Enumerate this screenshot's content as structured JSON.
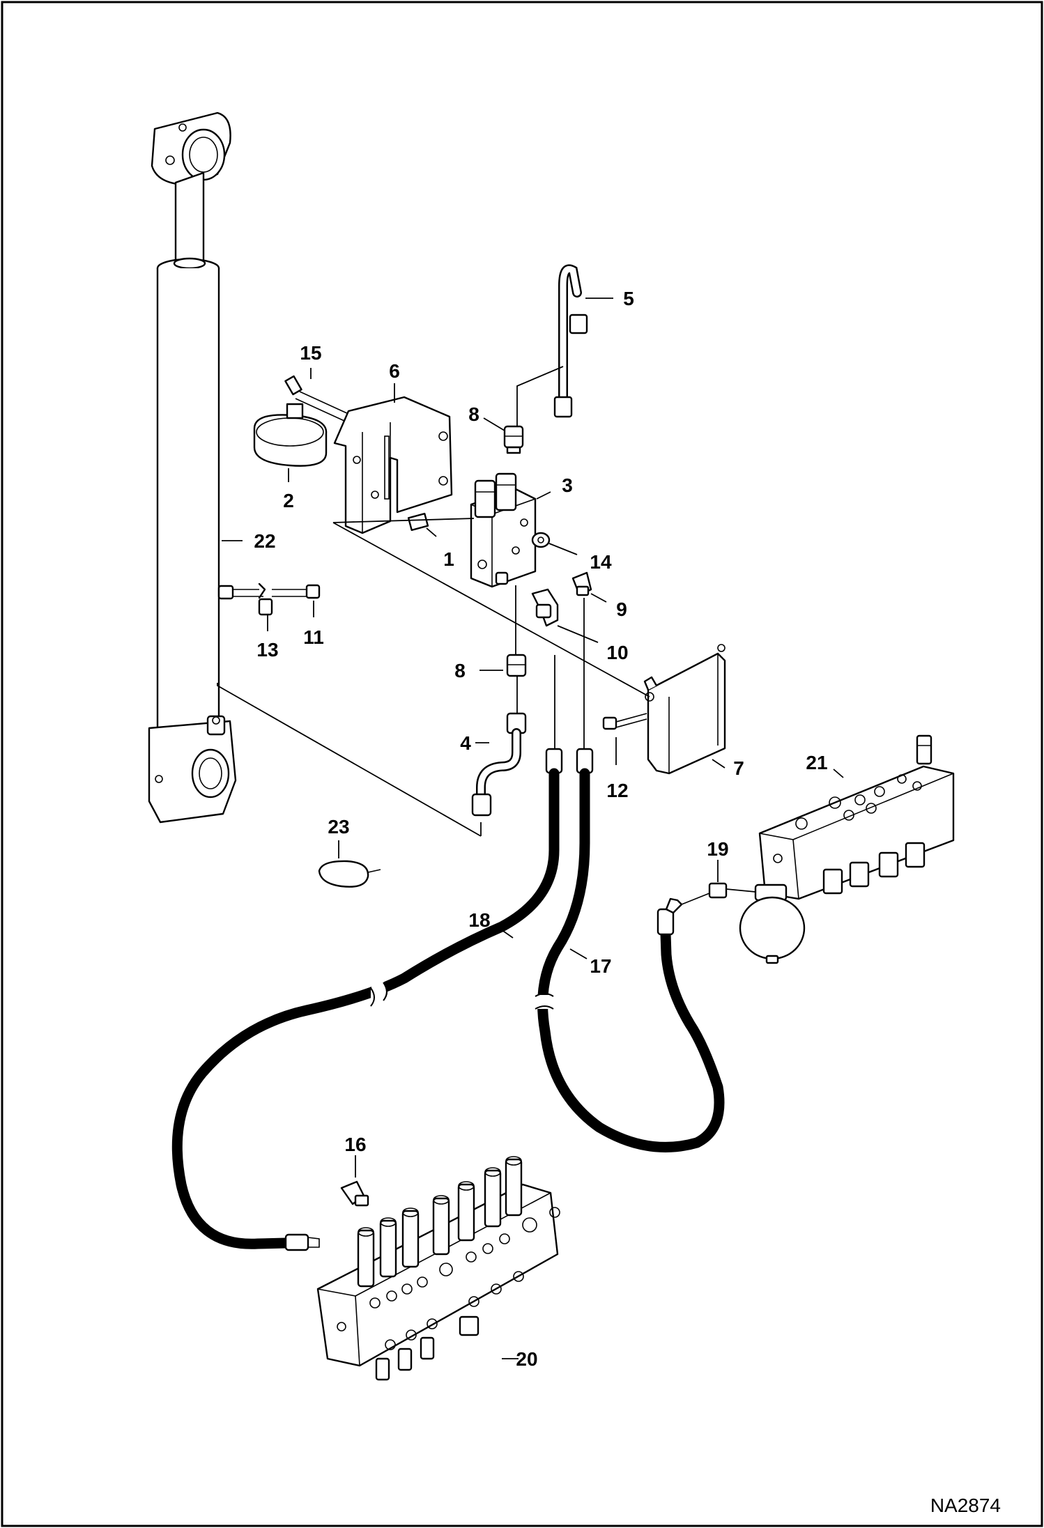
{
  "figure_code": "NA2874",
  "callouts": [
    {
      "id": "c1",
      "text": "1"
    },
    {
      "id": "c2",
      "text": "2"
    },
    {
      "id": "c3",
      "text": "3"
    },
    {
      "id": "c4",
      "text": "4"
    },
    {
      "id": "c5",
      "text": "5"
    },
    {
      "id": "c6",
      "text": "6"
    },
    {
      "id": "c7",
      "text": "7"
    },
    {
      "id": "c8a",
      "text": "8"
    },
    {
      "id": "c8b",
      "text": "8"
    },
    {
      "id": "c9",
      "text": "9"
    },
    {
      "id": "c10",
      "text": "10"
    },
    {
      "id": "c11",
      "text": "11"
    },
    {
      "id": "c12",
      "text": "12"
    },
    {
      "id": "c13",
      "text": "13"
    },
    {
      "id": "c14",
      "text": "14"
    },
    {
      "id": "c15",
      "text": "15"
    },
    {
      "id": "c16",
      "text": "16"
    },
    {
      "id": "c17",
      "text": "17"
    },
    {
      "id": "c18",
      "text": "18"
    },
    {
      "id": "c19",
      "text": "19"
    },
    {
      "id": "c20",
      "text": "20"
    },
    {
      "id": "c21",
      "text": "21"
    },
    {
      "id": "c22",
      "text": "22"
    },
    {
      "id": "c23",
      "text": "23"
    }
  ]
}
